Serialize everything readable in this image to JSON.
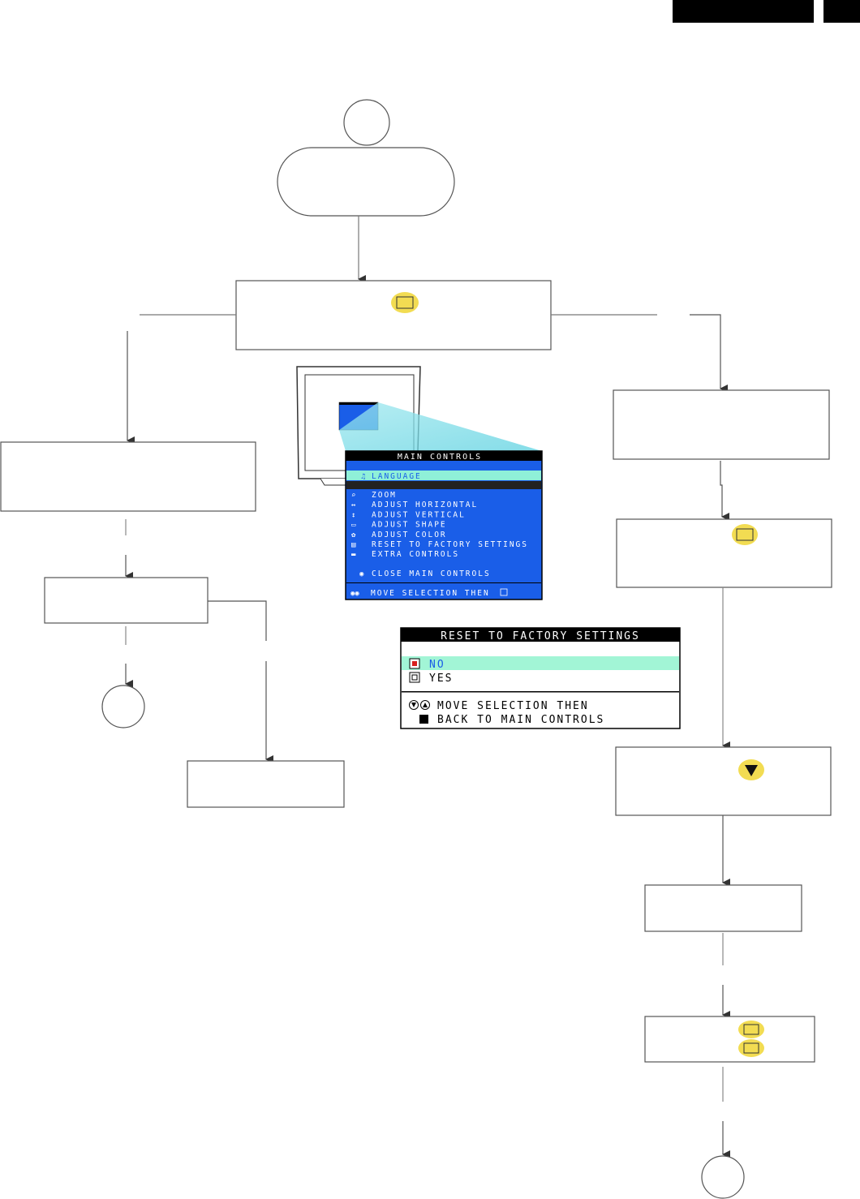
{
  "osd_main": {
    "title": "MAIN CONTROLS",
    "highlighted": "LANGUAGE",
    "items": [
      {
        "icon": "zoom-icon",
        "label": "ZOOM"
      },
      {
        "icon": "horizontal-icon",
        "label": "ADJUST HORIZONTAL"
      },
      {
        "icon": "vertical-icon",
        "label": "ADJUST VERTICAL"
      },
      {
        "icon": "shape-icon",
        "label": "ADJUST SHAPE"
      },
      {
        "icon": "color-icon",
        "label": "ADJUST COLOR"
      },
      {
        "icon": "reset-icon",
        "label": "RESET TO FACTORY SETTINGS"
      },
      {
        "icon": "extra-icon",
        "label": "EXTRA CONTROLS"
      }
    ],
    "close": "CLOSE MAIN CONTROLS",
    "footer": "MOVE SELECTION THEN"
  },
  "osd_reset": {
    "title": "RESET TO FACTORY SETTINGS",
    "options": [
      "NO",
      "YES"
    ],
    "footer_line1": "MOVE SELECTION THEN",
    "footer_line2": "BACK TO MAIN CONTROLS"
  },
  "colors": {
    "osd_blue": "#1a5ee8",
    "osd_highlight": "#8ff0d8",
    "osd_black": "#000000",
    "button_yellow": "#f2dc52",
    "reset_highlight": "#a2f5d6",
    "line_gray": "#777777"
  }
}
